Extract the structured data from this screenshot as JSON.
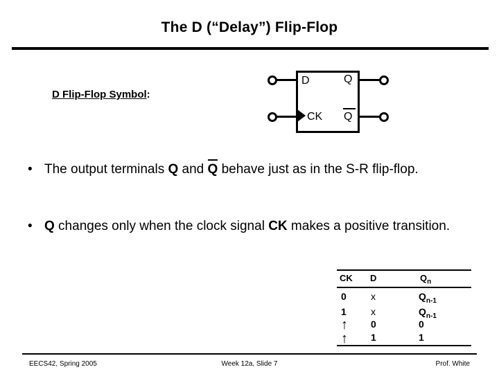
{
  "slide": {
    "title": "The D (“Delay”) Flip-Flop",
    "symbol_label_underlined": "D Flip-Flop Symbol",
    "symbol_label_suffix": ":",
    "diagram": {
      "pin_d": "D",
      "pin_q": "Q",
      "pin_ck": "CK",
      "pin_qbar": "Q",
      "qbar_has_overline": true,
      "terminals": [
        "d-input-terminal",
        "ck-input-terminal",
        "q-output-terminal",
        "qbar-output-terminal"
      ]
    },
    "bullets": [
      {
        "marker": "•",
        "parts": [
          {
            "text": "The output terminals ",
            "style": "normal"
          },
          {
            "text": "Q",
            "style": "bold"
          },
          {
            "text": " and ",
            "style": "normal"
          },
          {
            "text": "Q",
            "style": "bold-overline"
          },
          {
            "text": " behave just as in the S-R flip-flop.",
            "style": "normal"
          }
        ],
        "plain": "The output terminals Q and Q behave just as in the S-R flip-flop."
      },
      {
        "marker": "•",
        "parts": [
          {
            "text": "Q",
            "style": "bold"
          },
          {
            "text": " changes only when the clock signal ",
            "style": "normal"
          },
          {
            "text": "CK",
            "style": "bold"
          },
          {
            "text": " makes a positive transition.",
            "style": "normal"
          }
        ],
        "plain": "Q changes only when the clock signal CK makes a positive transition."
      }
    ],
    "table": {
      "headers": [
        "CK",
        "D",
        "Qn"
      ],
      "header_qn_base": "Q",
      "header_qn_sub": "n",
      "rows": [
        {
          "ck": "0",
          "d": "x",
          "qn_base": "Q",
          "qn_sub": "n-1"
        },
        {
          "ck": "1",
          "d": "x",
          "qn_base": "Q",
          "qn_sub": "n-1"
        },
        {
          "ck": "↑",
          "d": "0",
          "qn_base": "0",
          "qn_sub": ""
        },
        {
          "ck": "↑",
          "d": "1",
          "qn_base": "1",
          "qn_sub": ""
        }
      ]
    },
    "footer": {
      "left": "EECS42, Spring 2005",
      "center": "Week 12a, Slide 7",
      "right": "Prof. White"
    }
  }
}
